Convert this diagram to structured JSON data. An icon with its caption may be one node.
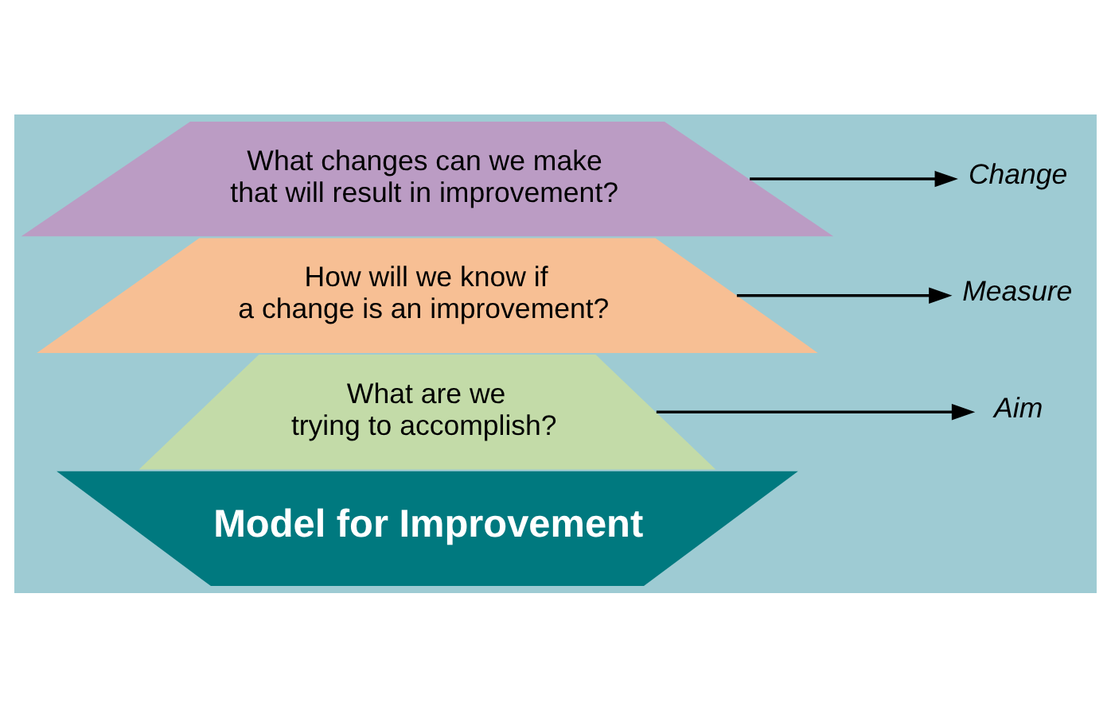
{
  "diagram": {
    "nodes": [
      {
        "text": [
          "Model for Improvement"
        ]
      },
      {
        "text": [
          "What are we trying to accomplish?"
        ]
      },
      {
        "text": [
          "How will we know if a change is an improvement?"
        ]
      },
      {
        "text": [
          "What changes can we make that will result in improvement?"
        ]
      },
      {
        "text": [
          "Aim"
        ]
      },
      {
        "text": [
          "Measure"
        ]
      },
      {
        "text": [
          "Change"
        ]
      }
    ],
    "edges": [
      {
        "from": 1,
        "to": 4,
        "arrow": "to"
      },
      {
        "from": 2,
        "to": 5,
        "arrow": "to"
      },
      {
        "from": 3,
        "to": 6,
        "arrow": "to"
      }
    ]
  }
}
